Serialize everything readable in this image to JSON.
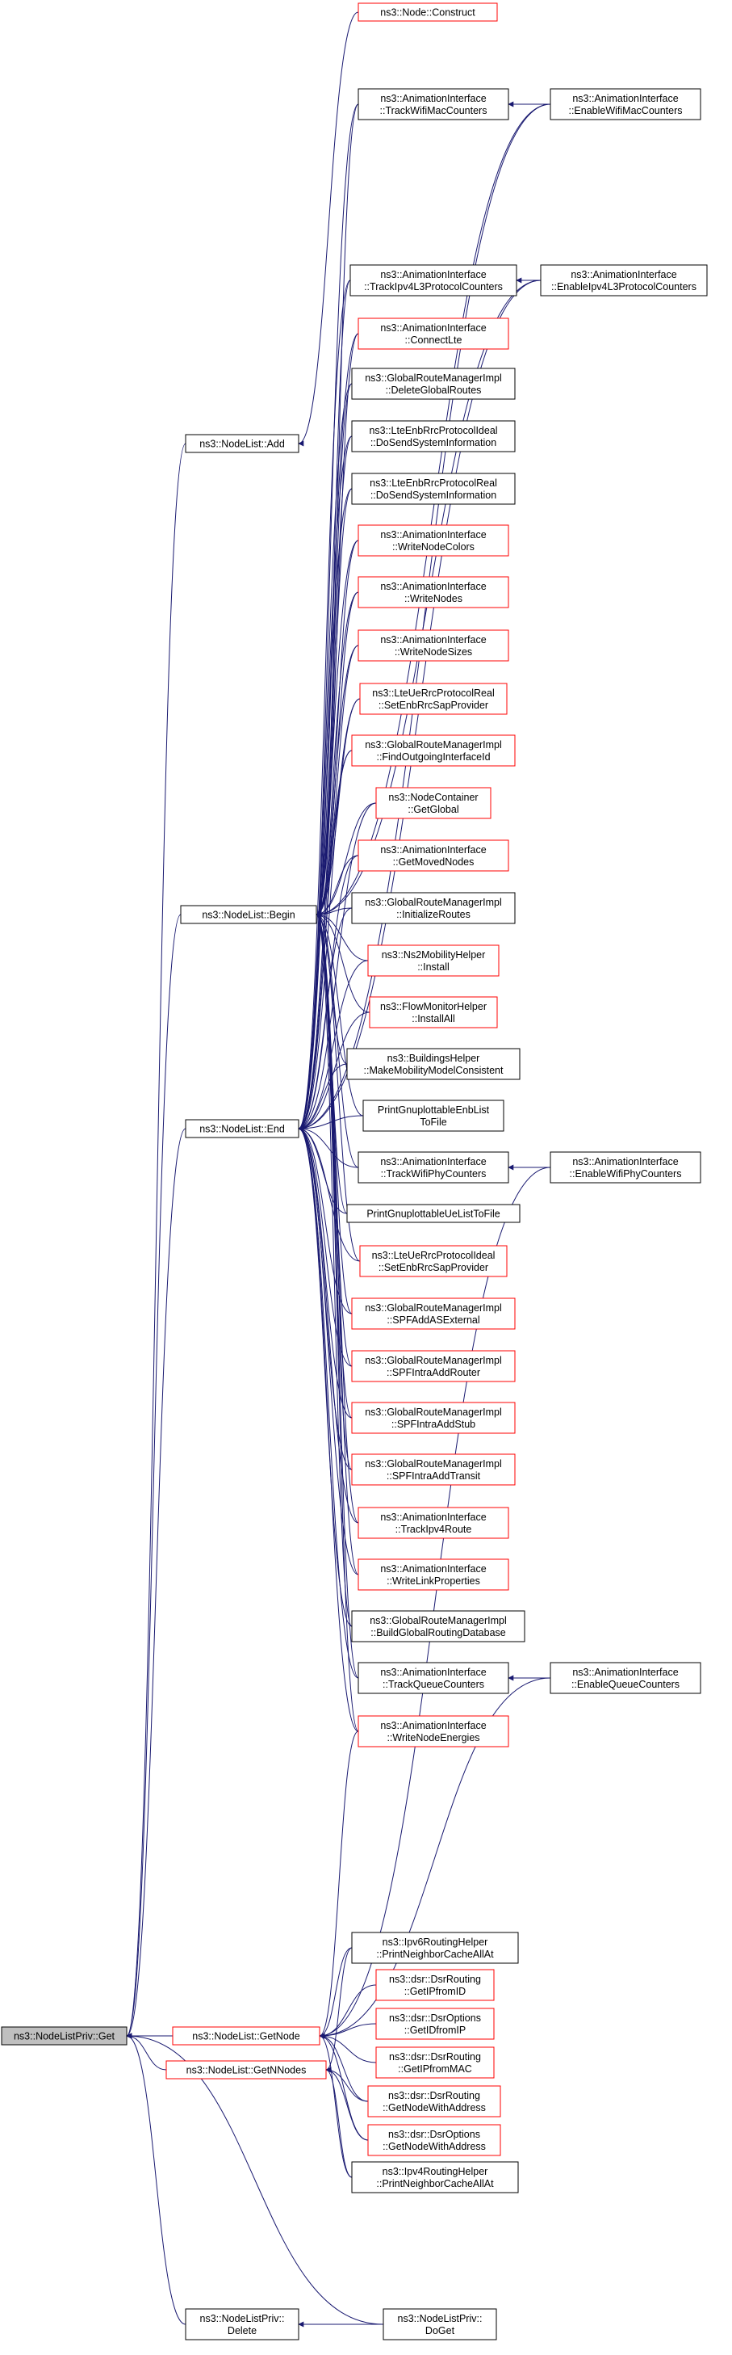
{
  "nodes": [
    {
      "id": "priv_get",
      "lines": [
        "ns3::NodeListPriv::Get"
      ],
      "style": "gray"
    },
    {
      "id": "priv_delete",
      "lines": [
        "ns3::NodeListPriv::",
        "Delete"
      ],
      "style": "black"
    },
    {
      "id": "priv_doget",
      "lines": [
        "ns3::NodeListPriv::",
        "DoGet"
      ],
      "style": "black"
    },
    {
      "id": "nl_add",
      "lines": [
        "ns3::NodeList::Add"
      ],
      "style": "black"
    },
    {
      "id": "nl_begin",
      "lines": [
        "ns3::NodeList::Begin"
      ],
      "style": "black"
    },
    {
      "id": "nl_end",
      "lines": [
        "ns3::NodeList::End"
      ],
      "style": "black"
    },
    {
      "id": "nl_getnode",
      "lines": [
        "ns3::NodeList::GetNode"
      ],
      "style": "red"
    },
    {
      "id": "nl_getnnodes",
      "lines": [
        "ns3::NodeList::GetNNodes"
      ],
      "style": "red"
    },
    {
      "id": "node_construct",
      "lines": [
        "ns3::Node::Construct"
      ],
      "style": "red"
    },
    {
      "id": "track_wifimac",
      "lines": [
        "ns3::AnimationInterface",
        "::TrackWifiMacCounters"
      ],
      "style": "black"
    },
    {
      "id": "track_ipv4l3",
      "lines": [
        "ns3::AnimationInterface",
        "::TrackIpv4L3ProtocolCounters"
      ],
      "style": "black"
    },
    {
      "id": "connect_lte",
      "lines": [
        "ns3::AnimationInterface",
        "::ConnectLte"
      ],
      "style": "red"
    },
    {
      "id": "delete_global_routes",
      "lines": [
        "ns3::GlobalRouteManagerImpl",
        "::DeleteGlobalRoutes"
      ],
      "style": "black"
    },
    {
      "id": "enb_ideal_dosend",
      "lines": [
        "ns3::LteEnbRrcProtocolIdeal",
        "::DoSendSystemInformation"
      ],
      "style": "black"
    },
    {
      "id": "enb_real_dosend",
      "lines": [
        "ns3::LteEnbRrcProtocolReal",
        "::DoSendSystemInformation"
      ],
      "style": "black"
    },
    {
      "id": "write_node_colors",
      "lines": [
        "ns3::AnimationInterface",
        "::WriteNodeColors"
      ],
      "style": "red"
    },
    {
      "id": "write_nodes",
      "lines": [
        "ns3::AnimationInterface",
        "::WriteNodes"
      ],
      "style": "red"
    },
    {
      "id": "write_node_sizes",
      "lines": [
        "ns3::AnimationInterface",
        "::WriteNodeSizes"
      ],
      "style": "red"
    },
    {
      "id": "ue_real_set",
      "lines": [
        "ns3::LteUeRrcProtocolReal",
        "::SetEnbRrcSapProvider"
      ],
      "style": "red"
    },
    {
      "id": "find_outgoing",
      "lines": [
        "ns3::GlobalRouteManagerImpl",
        "::FindOutgoingInterfaceId"
      ],
      "style": "red"
    },
    {
      "id": "nc_getglobal",
      "lines": [
        "ns3::NodeContainer",
        "::GetGlobal"
      ],
      "style": "red"
    },
    {
      "id": "get_moved_nodes",
      "lines": [
        "ns3::AnimationInterface",
        "::GetMovedNodes"
      ],
      "style": "red"
    },
    {
      "id": "init_routes",
      "lines": [
        "ns3::GlobalRouteManagerImpl",
        "::InitializeRoutes"
      ],
      "style": "black"
    },
    {
      "id": "ns2_install",
      "lines": [
        "ns3::Ns2MobilityHelper",
        "::Install"
      ],
      "style": "red"
    },
    {
      "id": "flow_installall",
      "lines": [
        "ns3::FlowMonitorHelper",
        "::InstallAll"
      ],
      "style": "red"
    },
    {
      "id": "buildings_make",
      "lines": [
        "ns3::BuildingsHelper",
        "::MakeMobilityModelConsistent"
      ],
      "style": "black"
    },
    {
      "id": "print_enblist",
      "lines": [
        "PrintGnuplottableEnbList",
        "ToFile"
      ],
      "style": "black"
    },
    {
      "id": "track_wifiphy",
      "lines": [
        "ns3::AnimationInterface",
        "::TrackWifiPhyCounters"
      ],
      "style": "black"
    },
    {
      "id": "print_uelist",
      "lines": [
        "PrintGnuplottableUeListToFile"
      ],
      "style": "black"
    },
    {
      "id": "ue_ideal_set",
      "lines": [
        "ns3::LteUeRrcProtocolIdeal",
        "::SetEnbRrcSapProvider"
      ],
      "style": "red"
    },
    {
      "id": "spf_asexternal",
      "lines": [
        "ns3::GlobalRouteManagerImpl",
        "::SPFAddASExternal"
      ],
      "style": "red"
    },
    {
      "id": "spf_router",
      "lines": [
        "ns3::GlobalRouteManagerImpl",
        "::SPFIntraAddRouter"
      ],
      "style": "red"
    },
    {
      "id": "spf_stub",
      "lines": [
        "ns3::GlobalRouteManagerImpl",
        "::SPFIntraAddStub"
      ],
      "style": "red"
    },
    {
      "id": "spf_transit",
      "lines": [
        "ns3::GlobalRouteManagerImpl",
        "::SPFIntraAddTransit"
      ],
      "style": "red"
    },
    {
      "id": "track_ipv4route",
      "lines": [
        "ns3::AnimationInterface",
        "::TrackIpv4Route"
      ],
      "style": "red"
    },
    {
      "id": "write_link_props",
      "lines": [
        "ns3::AnimationInterface",
        "::WriteLinkProperties"
      ],
      "style": "red"
    },
    {
      "id": "build_global_db",
      "lines": [
        "ns3::GlobalRouteManagerImpl",
        "::BuildGlobalRoutingDatabase"
      ],
      "style": "black"
    },
    {
      "id": "track_queue",
      "lines": [
        "ns3::AnimationInterface",
        "::TrackQueueCounters"
      ],
      "style": "black"
    },
    {
      "id": "write_node_energies",
      "lines": [
        "ns3::AnimationInterface",
        "::WriteNodeEnergies"
      ],
      "style": "red"
    },
    {
      "id": "ipv6_print_ncache",
      "lines": [
        "ns3::Ipv6RoutingHelper",
        "::PrintNeighborCacheAllAt"
      ],
      "style": "black"
    },
    {
      "id": "dsr_routing_getip",
      "lines": [
        "ns3::dsr::DsrRouting",
        "::GetIPfromID"
      ],
      "style": "red"
    },
    {
      "id": "dsr_options_getip",
      "lines": [
        "ns3::dsr::DsrOptions",
        "::GetIDfromIP"
      ],
      "style": "red"
    },
    {
      "id": "dsr_routing_getipmac",
      "lines": [
        "ns3::dsr::DsrRouting",
        "::GetIPfromMAC"
      ],
      "style": "red"
    },
    {
      "id": "dsr_routing_getnode",
      "lines": [
        "ns3::dsr::DsrRouting",
        "::GetNodeWithAddress"
      ],
      "style": "red"
    },
    {
      "id": "dsr_options_getnode",
      "lines": [
        "ns3::dsr::DsrOptions",
        "::GetNodeWithAddress"
      ],
      "style": "red"
    },
    {
      "id": "ipv4_print_ncache",
      "lines": [
        "ns3::Ipv4RoutingHelper",
        "::PrintNeighborCacheAllAt"
      ],
      "style": "black"
    },
    {
      "id": "enable_wifimac",
      "lines": [
        "ns3::AnimationInterface",
        "::EnableWifiMacCounters"
      ],
      "style": "black"
    },
    {
      "id": "enable_ipv4l3",
      "lines": [
        "ns3::AnimationInterface",
        "::EnableIpv4L3ProtocolCounters"
      ],
      "style": "black"
    },
    {
      "id": "enable_wifiphy",
      "lines": [
        "ns3::AnimationInterface",
        "::EnableWifiPhyCounters"
      ],
      "style": "black"
    },
    {
      "id": "enable_queue",
      "lines": [
        "ns3::AnimationInterface",
        "::EnableQueueCounters"
      ],
      "style": "black"
    }
  ]
}
